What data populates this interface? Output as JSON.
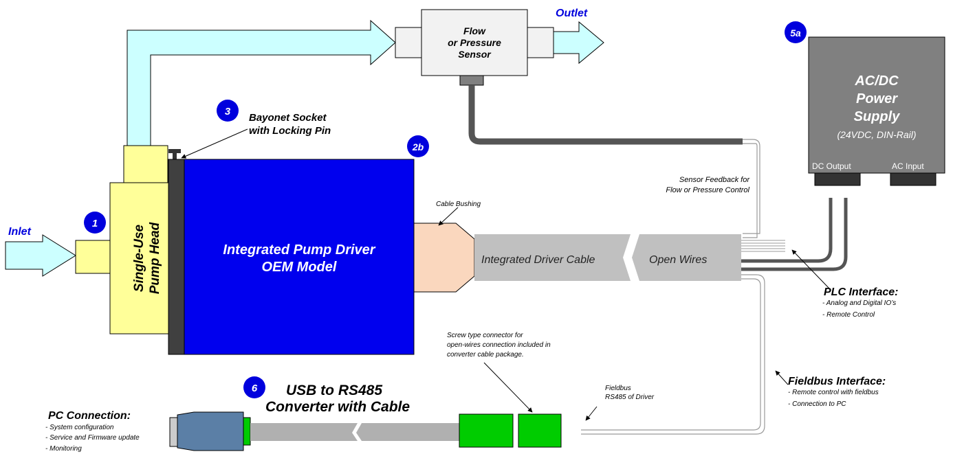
{
  "labels": {
    "inlet": "Inlet",
    "outlet": "Outlet",
    "sensor_line1": "Flow",
    "sensor_line2": "or Pressure",
    "sensor_line3": "Sensor",
    "pump_head_line1": "Single-Use",
    "pump_head_line2": "Pump Head",
    "driver_line1": "Integrated Pump Driver",
    "driver_line2": "OEM Model",
    "bayonet_line1": "Bayonet Socket",
    "bayonet_line2": "with Locking Pin",
    "cable_bushing": "Cable Bushing",
    "driver_cable": "Integrated Driver Cable",
    "open_wires": "Open Wires",
    "sensor_feedback_line1": "Sensor Feedback for",
    "sensor_feedback_line2": "Flow or Pressure Control",
    "psu_line1": "AC/DC",
    "psu_line2": "Power",
    "psu_line3": "Supply",
    "psu_line4": "(24VDC, DIN-Rail)",
    "dc_output": "DC Output",
    "ac_input": "AC Input",
    "plc_title": "PLC Interface:",
    "plc_item1": "- Analog and Digital IO’s",
    "plc_item2": "- Remote Control",
    "fieldbus_title": "Fieldbus Interface:",
    "fieldbus_item1": "- Remote control with fieldbus",
    "fieldbus_item2": "- Connection to PC",
    "fieldbus_rs_line1": "Fieldbus",
    "fieldbus_rs_line2": "RS485 of Driver",
    "screw_line1": "Screw type connector for",
    "screw_line2": "open-wires connection included in",
    "screw_line3": "converter cable package.",
    "usb_line1": "USB to RS485",
    "usb_line2": "Converter with Cable",
    "pc_title": "PC Connection:",
    "pc_item1": "- System configuration",
    "pc_item2": "- Service and Firmware update",
    "pc_item3": "- Monitoring"
  },
  "badges": {
    "b1": "1",
    "b2b": "2b",
    "b3": "3",
    "b5a": "5a",
    "b6": "6"
  },
  "colors": {
    "flow_arrow": "#ccffff",
    "pump_head": "#ffff99",
    "driver": "#0000ee",
    "badge": "#0000dd",
    "bushing": "#fad7be",
    "cable": "#c0c0c0",
    "psu": "#808080",
    "connector_green": "#00cc00",
    "usb_plug": "#5b7fa6"
  }
}
